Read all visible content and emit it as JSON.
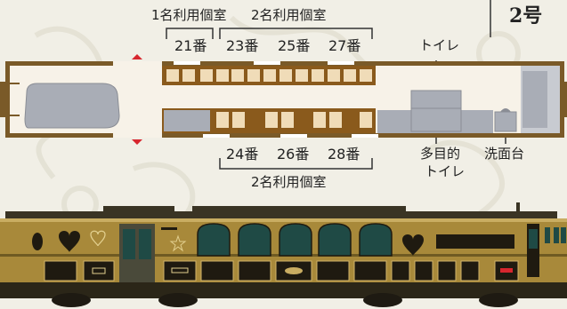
{
  "car_number": "2号",
  "labels": {
    "single_room_top": "1名利用個室",
    "double_room_top": "2名利用個室",
    "room_21": "21番",
    "room_23": "23番",
    "room_25": "25番",
    "room_27": "27番",
    "toilet_top": "トイレ",
    "room_24": "24番",
    "room_26": "26番",
    "room_28": "28番",
    "double_room_bottom": "2名利用個室",
    "multipurpose_1": "多目的",
    "multipurpose_2": "トイレ",
    "washbasin": "洗面台"
  },
  "colors": {
    "background": "#f1efe6",
    "car_body_gold": "#a8893a",
    "seat_brown": "#8a5a1c",
    "seat_beige": "#f0dcb8",
    "window_teal": "#1f4a45",
    "arrow_red": "#d7262e",
    "facility_gray": "#a9adb6"
  }
}
